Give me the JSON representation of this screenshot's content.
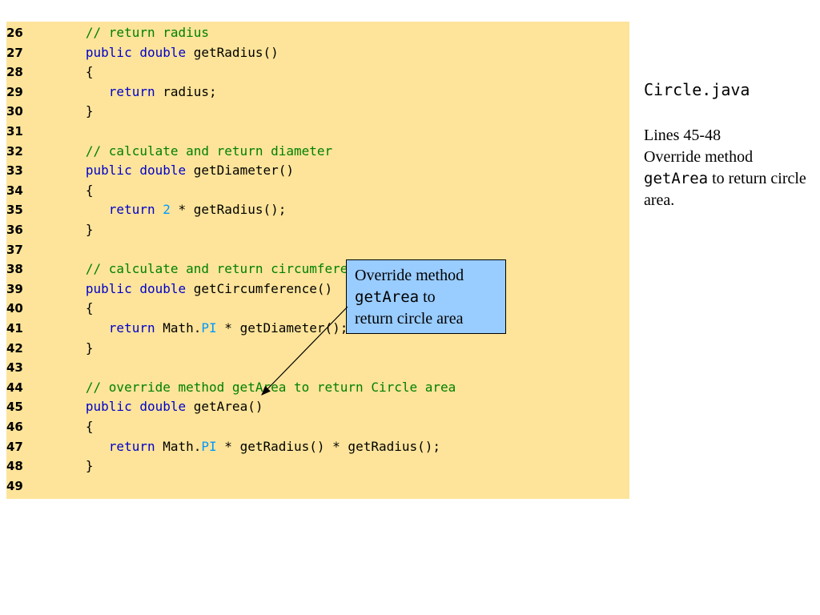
{
  "code_lines": [
    {
      "num": "26",
      "segments": [
        {
          "t": "   // return radius",
          "c": "cm"
        }
      ]
    },
    {
      "num": "27",
      "segments": [
        {
          "t": "   public double ",
          "c": "kw"
        },
        {
          "t": "getRadius()",
          "c": "tx"
        }
      ]
    },
    {
      "num": "28",
      "segments": [
        {
          "t": "   {",
          "c": "tx"
        }
      ]
    },
    {
      "num": "29",
      "segments": [
        {
          "t": "      return ",
          "c": "kw"
        },
        {
          "t": "radius;",
          "c": "tx"
        }
      ]
    },
    {
      "num": "30",
      "segments": [
        {
          "t": "   }",
          "c": "tx"
        }
      ]
    },
    {
      "num": "31",
      "segments": []
    },
    {
      "num": "32",
      "segments": [
        {
          "t": "   // calculate and return diameter",
          "c": "cm"
        }
      ]
    },
    {
      "num": "33",
      "segments": [
        {
          "t": "   public double ",
          "c": "kw"
        },
        {
          "t": "getDiameter()",
          "c": "tx"
        }
      ]
    },
    {
      "num": "34",
      "segments": [
        {
          "t": "   {",
          "c": "tx"
        }
      ]
    },
    {
      "num": "35",
      "segments": [
        {
          "t": "      return ",
          "c": "kw"
        },
        {
          "t": "2",
          "c": "lit"
        },
        {
          "t": " * getRadius();",
          "c": "tx"
        }
      ]
    },
    {
      "num": "36",
      "segments": [
        {
          "t": "   }",
          "c": "tx"
        }
      ]
    },
    {
      "num": "37",
      "segments": []
    },
    {
      "num": "38",
      "segments": [
        {
          "t": "   // calculate and return circumference",
          "c": "cm"
        }
      ]
    },
    {
      "num": "39",
      "segments": [
        {
          "t": "   public double ",
          "c": "kw"
        },
        {
          "t": "getCircumference()",
          "c": "tx"
        }
      ]
    },
    {
      "num": "40",
      "segments": [
        {
          "t": "   {",
          "c": "tx"
        }
      ]
    },
    {
      "num": "41",
      "segments": [
        {
          "t": "      return ",
          "c": "kw"
        },
        {
          "t": "Math.",
          "c": "tx"
        },
        {
          "t": "PI",
          "c": "lit"
        },
        {
          "t": " * getDiameter();",
          "c": "tx"
        }
      ]
    },
    {
      "num": "42",
      "segments": [
        {
          "t": "   }",
          "c": "tx"
        }
      ]
    },
    {
      "num": "43",
      "segments": []
    },
    {
      "num": "44",
      "segments": [
        {
          "t": "   // override method getArea to return Circle area",
          "c": "cm"
        }
      ]
    },
    {
      "num": "45",
      "segments": [
        {
          "t": "   public double ",
          "c": "kw"
        },
        {
          "t": "getArea()",
          "c": "tx"
        }
      ]
    },
    {
      "num": "46",
      "segments": [
        {
          "t": "   {",
          "c": "tx"
        }
      ]
    },
    {
      "num": "47",
      "segments": [
        {
          "t": "      return ",
          "c": "kw"
        },
        {
          "t": "Math.",
          "c": "tx"
        },
        {
          "t": "PI",
          "c": "lit"
        },
        {
          "t": " * getRadius() * getRadius();",
          "c": "tx"
        }
      ]
    },
    {
      "num": "48",
      "segments": [
        {
          "t": "   }",
          "c": "tx"
        }
      ]
    },
    {
      "num": "49",
      "segments": []
    }
  ],
  "callout": {
    "line1": "Override method",
    "code": "getArea",
    "line2_rest": " to",
    "line3": "return circle area"
  },
  "sidebar": {
    "filename": "Circle.java",
    "note_line1": "Lines 45-48",
    "note_line2": "Override method",
    "note_code": "getArea",
    "note_rest": " to return circle area."
  },
  "colors": {
    "code_background": "#fde49a",
    "keyword": "#0000cc",
    "comment": "#008000",
    "literal": "#0099ff",
    "callout_background": "#99ccff"
  }
}
